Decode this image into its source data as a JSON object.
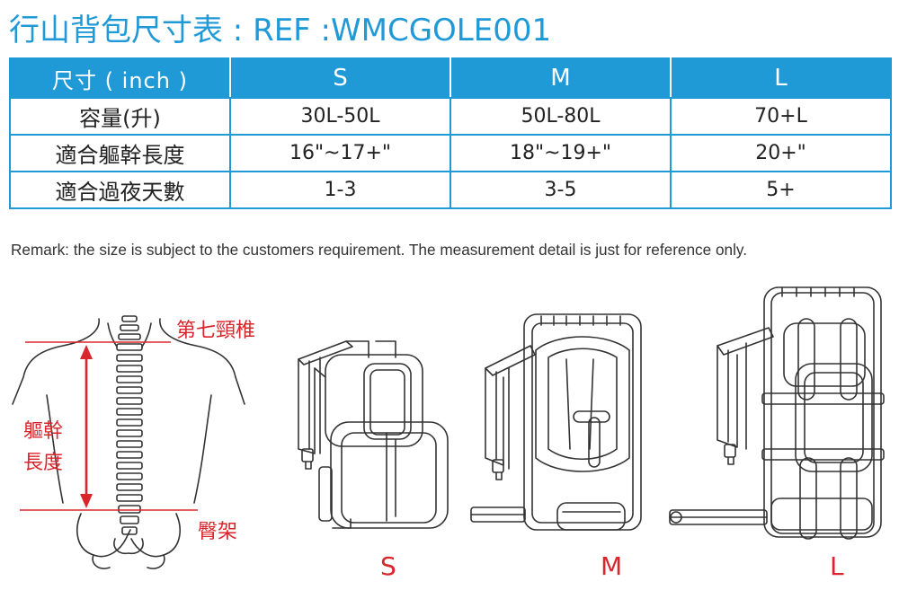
{
  "title": "行山背包尺寸表 : REF :WMCGOLE001",
  "table": {
    "header": [
      "尺寸 ( inch )",
      "S",
      "M",
      "L"
    ],
    "rows": [
      {
        "label": "容量(升)",
        "values": [
          "30L-50L",
          "50L-80L",
          "70+L"
        ]
      },
      {
        "label": "適合軀幹長度",
        "values": [
          "16\"~17+\"",
          "18\"~19+\"",
          "20+\""
        ]
      },
      {
        "label": "適合過夜天數",
        "values": [
          "1-3",
          "3-5",
          "5+"
        ]
      }
    ]
  },
  "remark": "Remark: the size is subject to the customers requirement. The measurement detail is just for reference only.",
  "diagram": {
    "spine_top": "第七頸椎",
    "torso_line1": "軀幹",
    "torso_line2": "長度",
    "hip": "臀架",
    "pack_labels": [
      "S",
      "M",
      "L"
    ]
  },
  "colors": {
    "accent": "#1f9ad7",
    "red": "#d9262c"
  }
}
